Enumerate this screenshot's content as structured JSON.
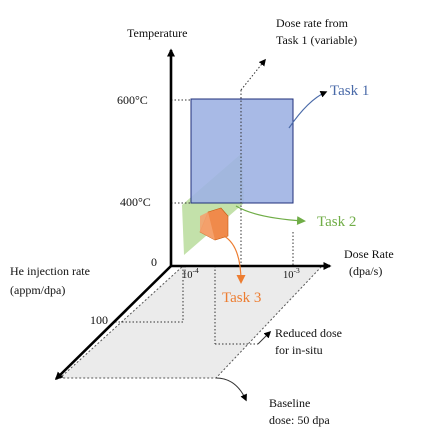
{
  "axes": {
    "temperature": "Temperature",
    "dose_rate_line1": "Dose Rate",
    "dose_rate_line2": "(dpa/s)",
    "he_line1": "He injection rate",
    "he_line2": "(appm/dpa)"
  },
  "ticks": {
    "origin": "0",
    "t600": "600°C",
    "t400": "400°C",
    "x_low_base": "10",
    "x_low_exp": "-4",
    "x_high_base": "10",
    "x_high_exp": "-3",
    "he100": "100"
  },
  "annotations": {
    "dose_rate_from_line1": "Dose rate from",
    "dose_rate_from_line2": "Task 1 (variable)",
    "reduced_line1": "Reduced dose",
    "reduced_line2": "for in-situ",
    "baseline_line1": "Baseline",
    "baseline_line2": "dose: 50 dpa"
  },
  "tasks": {
    "task1": "Task 1",
    "task2": "Task 2",
    "task3": "Task 3"
  },
  "colors": {
    "task1_fill": "#9fb2e3",
    "task1_stroke": "#1f2f7a",
    "task1_label": "#4a6aa8",
    "task2_fill": "#b9dc9b",
    "task2_label": "#70ad47",
    "task3_fill": "#f08a4b",
    "task3_label": "#ed7d31",
    "baseline_plane": "#ebebeb"
  }
}
